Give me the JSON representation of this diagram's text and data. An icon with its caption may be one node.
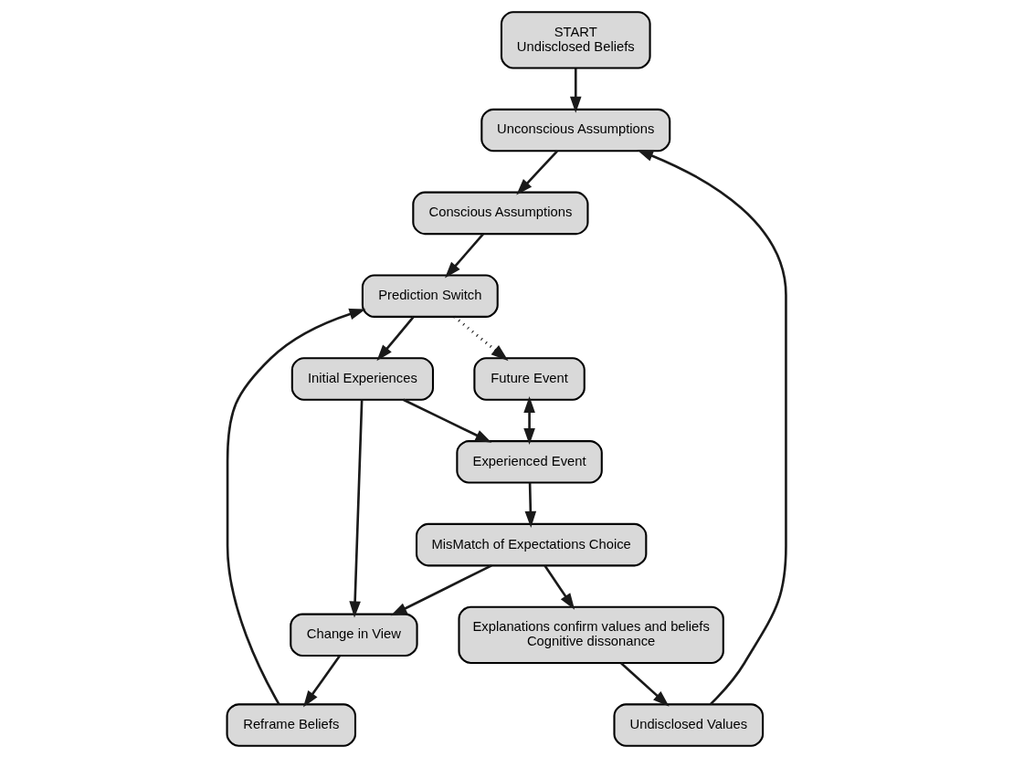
{
  "diagram": {
    "nodes": [
      {
        "text": [
          "START",
          "Undisclosed Beliefs"
        ]
      },
      {
        "text": [
          "Unconscious Assumptions"
        ]
      },
      {
        "text": [
          "Conscious Assumptions"
        ]
      },
      {
        "text": [
          "Undisclosed Values"
        ]
      },
      {
        "text": [
          "Future Event"
        ]
      },
      {
        "text": [
          "Experienced Event"
        ]
      },
      {
        "text": [
          "Prediction Switch"
        ]
      },
      {
        "text": [
          "Explanations confirm values and beliefs",
          "Cognitive dissonance"
        ]
      },
      {
        "text": [
          "Initial Experiences"
        ]
      },
      {
        "text": [
          "MisMatch of Expectations Choice"
        ]
      },
      {
        "text": [
          "Reframe Beliefs"
        ]
      },
      {
        "text": [
          "Change in View"
        ]
      }
    ],
    "edges": [
      {
        "from": 0,
        "to": 1,
        "arrow": "to"
      },
      {
        "from": 1,
        "to": 2,
        "arrow": "to"
      },
      {
        "from": 2,
        "to": 6,
        "arrow": "to"
      },
      {
        "from": 6,
        "to": 4,
        "arrow": "to",
        "style": "dashed"
      },
      {
        "from": 6,
        "to": 8,
        "arrow": "to"
      },
      {
        "from": 8,
        "to": 5,
        "arrow": "to"
      },
      {
        "from": 8,
        "to": 11,
        "arrow": "to"
      },
      {
        "from": 4,
        "to": 5,
        "arrow": "both"
      },
      {
        "from": 5,
        "to": 9,
        "arrow": "to"
      },
      {
        "from": 9,
        "to": 7,
        "arrow": "to"
      },
      {
        "from": 7,
        "to": 3,
        "arrow": "to"
      },
      {
        "from": 3,
        "to": 1,
        "arrow": "to"
      },
      {
        "from": 9,
        "to": 11,
        "arrow": "to"
      },
      {
        "from": 11,
        "to": 10,
        "arrow": "to"
      },
      {
        "from": 10,
        "to": 6,
        "arrow": "to"
      }
    ]
  }
}
